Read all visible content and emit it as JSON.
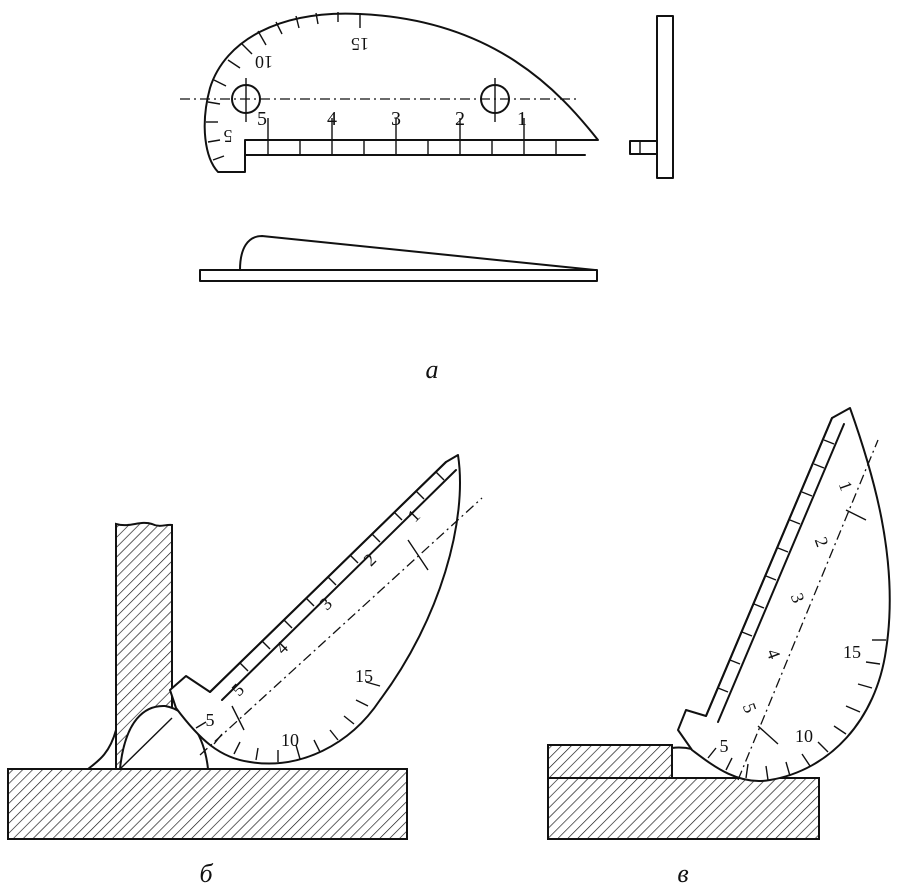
{
  "panel_a": {
    "caption": "а",
    "small_scale": [
      "5",
      "4",
      "3",
      "2",
      "1"
    ],
    "arc_scale": [
      "5",
      "10",
      "15"
    ]
  },
  "panel_b": {
    "caption": "б",
    "small_scale": [
      "1",
      "2",
      "3",
      "4",
      "5"
    ],
    "arc_scale": [
      "5",
      "10",
      "15"
    ]
  },
  "panel_v": {
    "caption": "в",
    "small_scale": [
      "1",
      "2",
      "3",
      "4",
      "5"
    ],
    "arc_scale": [
      "5",
      "10",
      "15"
    ]
  }
}
